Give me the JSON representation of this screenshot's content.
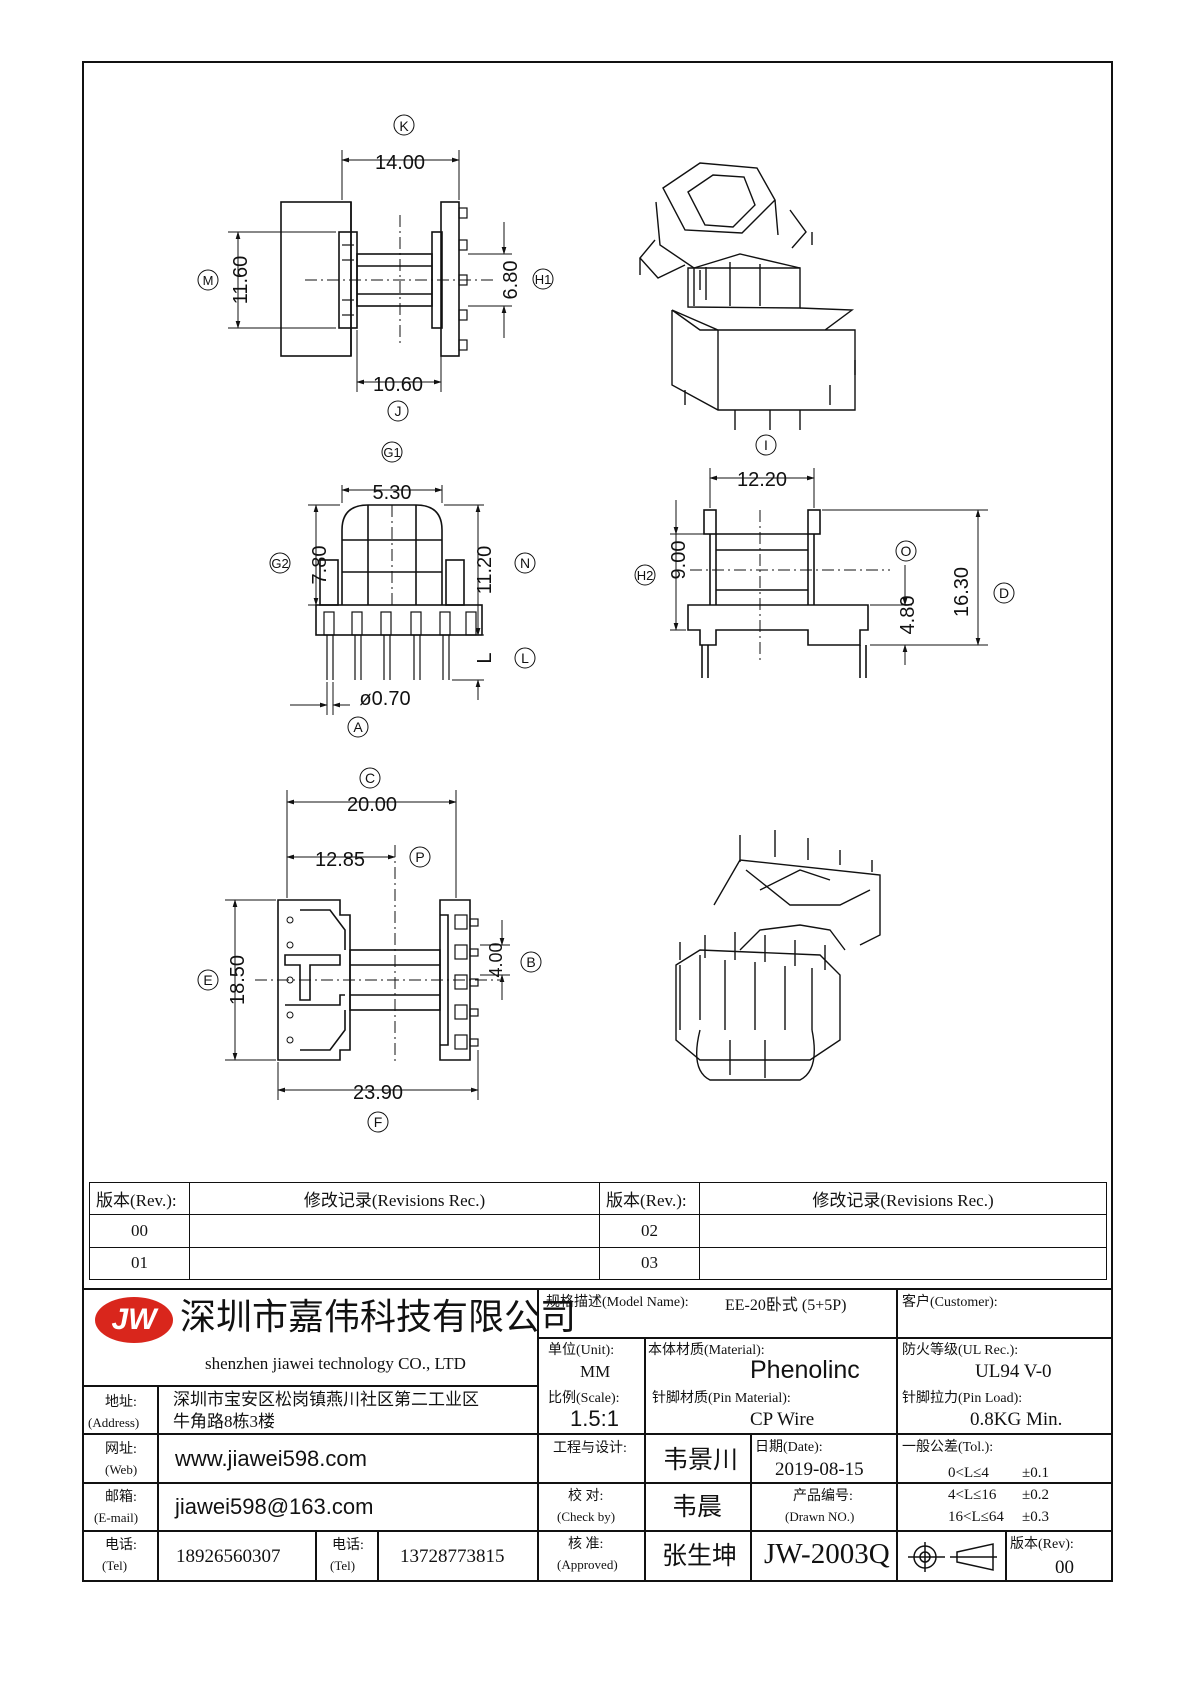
{
  "dimensions": {
    "top_view": {
      "K_label": "K",
      "K_value": "14.00",
      "M_label": "M",
      "M_value": "11.60",
      "H1_label": "H1",
      "H1_value": "6.80",
      "J_label": "J",
      "J_value": "10.60"
    },
    "front_view": {
      "G1_label": "G1",
      "G1_value": "5.30",
      "G2_label": "G2",
      "G2_value": "7.80",
      "N_label": "N",
      "N_value": "11.20",
      "L_label": "L",
      "L_value": "L",
      "A_label": "A",
      "A_value": "ø0.70"
    },
    "side_view": {
      "I_label": "I",
      "I_value": "12.20",
      "H2_label": "H2",
      "H2_value": "9.00",
      "O_label": "O",
      "O_value": "4.80",
      "D_label": "D",
      "D_value": "16.30"
    },
    "bottom_view": {
      "C_label": "C",
      "C_value": "20.00",
      "P_label": "P",
      "P_value": "12.85",
      "E_label": "E",
      "E_value": "18.50",
      "B_label": "B",
      "B_value": "4.00",
      "F_label": "F",
      "F_value": "23.90"
    }
  },
  "revisions": {
    "header_rev": "版本(Rev.):",
    "header_rec": "修改记录(Revisions Rec.)",
    "rows": [
      {
        "rev_left": "00",
        "rec_left": "",
        "rev_right": "02",
        "rec_right": ""
      },
      {
        "rev_left": "01",
        "rec_left": "",
        "rev_right": "03",
        "rec_right": ""
      }
    ]
  },
  "title_block": {
    "logo_text": "JW",
    "company_cn": "深圳市嘉伟科技有限公司",
    "company_en": "shenzhen  jiawei  technology  CO., LTD",
    "address_label": "地址:",
    "address_label_en": "(Address)",
    "address_line1": "深圳市宝安区松岗镇燕川社区第二工业区",
    "address_line2": "牛角路8栋3楼",
    "web_label": "网址:",
    "web_label_en": "(Web)",
    "web": "www.jiawei598.com",
    "email_label": "邮箱:",
    "email_label_en": "(E-mail)",
    "email": "jiawei598@163.com",
    "tel_label": "电话:",
    "tel_label_en": "(Tel)",
    "tel1": "18926560307",
    "tel2_label": "电话:",
    "tel2_label_en": "(Tel)",
    "tel2": "13728773815",
    "model_label": "规格描述(Model Name):",
    "model": "EE-20卧式 (5+5P)",
    "customer_label": "客户(Customer):",
    "customer": "",
    "unit_label": "单位(Unit):",
    "unit": "MM",
    "material_label": "本体材质(Material):",
    "material": "Phenolinc",
    "ul_label": "防火等级(UL Rec.):",
    "ul": "UL94 V-0",
    "scale_label": "比例(Scale):",
    "scale": "1.5:1",
    "pin_material_label": "针脚材质(Pin Material):",
    "pin_material": "CP Wire",
    "pin_load_label": "针脚拉力(Pin Load):",
    "pin_load": "0.8KG Min.",
    "design_label": "工程与设计:",
    "designer": "韦景川",
    "date_label": "日期(Date):",
    "date": "2019-08-15",
    "tol_label": "一般公差(Tol.):",
    "tol": [
      {
        "range": "0<L≤4",
        "value": "±0.1"
      },
      {
        "range": "4<L≤16",
        "value": "±0.2"
      },
      {
        "range": "16<L≤64",
        "value": "±0.3"
      }
    ],
    "check_label": "校  对:",
    "check_label_en": "(Check by)",
    "checker": "韦晨",
    "drawn_no_label": "产品编号:",
    "drawn_no_label_en": "(Drawn NO.)",
    "approved_label": "核  准:",
    "approved_label_en": "(Approved)",
    "approver": "张生坤",
    "drawing_no": "JW-2003Q",
    "rev_label": "版本(Rev):",
    "rev": "00"
  },
  "colors": {
    "logo_red": "#d9261c",
    "ink": "#111111"
  }
}
